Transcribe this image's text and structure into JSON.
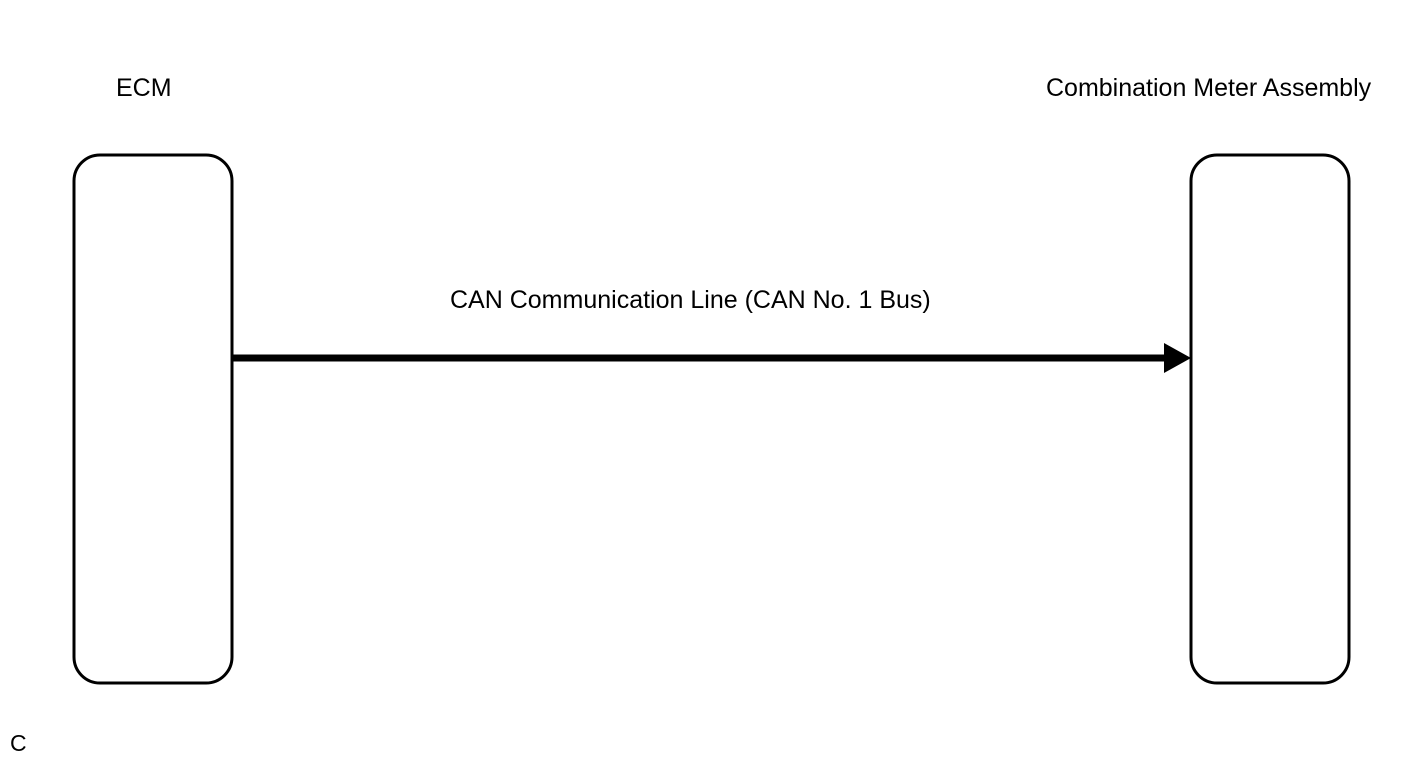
{
  "nodes": {
    "ecm": {
      "label": "ECM"
    },
    "meter": {
      "label": "Combination Meter Assembly"
    }
  },
  "connection": {
    "label": "CAN Communication Line (CAN No. 1 Bus)",
    "direction": "ECM to Combination Meter Assembly"
  },
  "corner_mark": "C",
  "colors": {
    "stroke": "#000000",
    "background": "#ffffff"
  }
}
